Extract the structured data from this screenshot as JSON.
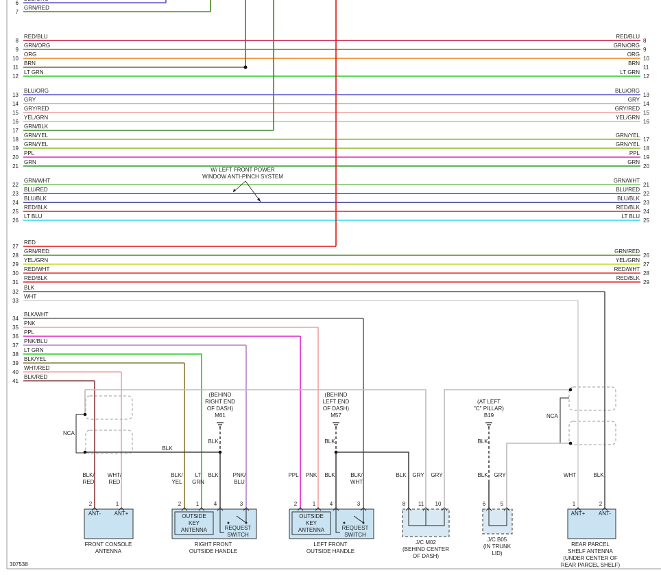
{
  "drawing_number": "307538",
  "left_wires": [
    {
      "num": "6",
      "label": "BLU/ORG",
      "color": "#5a4fd0"
    },
    {
      "num": "7",
      "label": "GRN/RED",
      "color": "#4a8a1a"
    },
    {
      "num": "8",
      "label": "RED/BLU",
      "color": "#c8143c"
    },
    {
      "num": "9",
      "label": "GRN/ORG",
      "color": "#6f7a10"
    },
    {
      "num": "10",
      "label": "ORG",
      "color": "#ee7a10"
    },
    {
      "num": "11",
      "label": "BRN",
      "color": "#8a5a2a"
    },
    {
      "num": "12",
      "label": "LT GRN",
      "color": "#22cc22"
    },
    {
      "num": "13",
      "label": "BLU/ORG",
      "color": "#5a4fd0"
    },
    {
      "num": "14",
      "label": "GRY",
      "color": "#b0b0b0"
    },
    {
      "num": "15",
      "label": "GRY/RED",
      "color": "#f0a0a0"
    },
    {
      "num": "16",
      "label": "YEL/GRN",
      "color": "#c8d820"
    },
    {
      "num": "17",
      "label": "GRN/BLK",
      "color": "#3a8a2a"
    },
    {
      "num": "18",
      "label": "GRN/YEL",
      "color": "#8ab820"
    },
    {
      "num": "19",
      "label": "GRN/YEL",
      "color": "#8ab820"
    },
    {
      "num": "20",
      "label": "PPL",
      "color": "#e020c8"
    },
    {
      "num": "21",
      "label": "GRN",
      "color": "#2a9a2a"
    },
    {
      "num": "22",
      "label": "GRN/WHT",
      "color": "#7ac060"
    },
    {
      "num": "23",
      "label": "BLU/RED",
      "color": "#4040d0"
    },
    {
      "num": "24",
      "label": "BLU/BLK",
      "color": "#303090"
    },
    {
      "num": "25",
      "label": "RED/BLK",
      "color": "#e02020"
    },
    {
      "num": "26",
      "label": "LT BLU",
      "color": "#30d8e8"
    },
    {
      "num": "27",
      "label": "RED",
      "color": "#e81414"
    },
    {
      "num": "28",
      "label": "GRN/RED",
      "color": "#4a8a1a"
    },
    {
      "num": "29",
      "label": "YEL/GRN",
      "color": "#c8d820"
    },
    {
      "num": "30",
      "label": "RED/WHT",
      "color": "#e02828"
    },
    {
      "num": "31",
      "label": "RED/BLK",
      "color": "#e02020"
    },
    {
      "num": "32",
      "label": "BLK",
      "color": "#555555"
    },
    {
      "num": "33",
      "label": "WHT",
      "color": "#d0d0d0"
    },
    {
      "num": "34",
      "label": "BLK/WHT",
      "color": "#666666"
    },
    {
      "num": "35",
      "label": "PNK",
      "color": "#f0a0a0"
    },
    {
      "num": "36",
      "label": "PPL",
      "color": "#e020c8"
    },
    {
      "num": "37",
      "label": "PNK/BLU",
      "color": "#b080d0"
    },
    {
      "num": "38",
      "label": "LT GRN",
      "color": "#22cc22"
    },
    {
      "num": "39",
      "label": "BLK/YEL",
      "color": "#8a7a30"
    },
    {
      "num": "40",
      "label": "WHT/RED",
      "color": "#f0a0a0"
    },
    {
      "num": "41",
      "label": "BLK/RED",
      "color": "#8a3a3a"
    }
  ],
  "right_wires": [
    {
      "num": "8",
      "label": "RED/BLU"
    },
    {
      "num": "9",
      "label": "GRN/ORG"
    },
    {
      "num": "10",
      "label": "ORG"
    },
    {
      "num": "11",
      "label": "BRN"
    },
    {
      "num": "12",
      "label": "LT GRN"
    },
    {
      "num": "13",
      "label": "BLU/ORG"
    },
    {
      "num": "14",
      "label": "GRY"
    },
    {
      "num": "15",
      "label": "GRY/RED"
    },
    {
      "num": "16",
      "label": "YEL/GRN"
    },
    {
      "num": "17",
      "label": "GRN/YEL"
    },
    {
      "num": "18",
      "label": "GRN/YEL"
    },
    {
      "num": "19",
      "label": "PPL"
    },
    {
      "num": "20",
      "label": "GRN"
    },
    {
      "num": "21",
      "label": "GRN/WHT"
    },
    {
      "num": "22",
      "label": "BLU/RED"
    },
    {
      "num": "23",
      "label": "BLU/BLK"
    },
    {
      "num": "24",
      "label": "RED/BLK"
    },
    {
      "num": "25",
      "label": "LT BLU"
    },
    {
      "num": "26",
      "label": "GRN/RED"
    },
    {
      "num": "27",
      "label": "YEL/GRN"
    },
    {
      "num": "28",
      "label": "RED/WHT"
    },
    {
      "num": "29",
      "label": "RED/BLK"
    }
  ],
  "annotations": {
    "anti_pinch": [
      "W/ LEFT FRONT POWER",
      "WINDOW ANTI-PINCH SYSTEM"
    ],
    "nca": "NCA",
    "blk": "BLK"
  },
  "grounds": {
    "m61": [
      "(BEHIND",
      "RIGHT END",
      "OF DASH)",
      "M61"
    ],
    "m57": [
      "(BEHIND",
      "LEFT END",
      "OF DASH)",
      "M57"
    ],
    "b19": [
      "(AT LEFT",
      "\"C\" PILLAR)",
      "B19"
    ]
  },
  "pin_labels": {
    "fc_2": [
      "BLK/",
      "RED"
    ],
    "fc_1": [
      "WHT/",
      "RED"
    ],
    "rf_2": [
      "BLK/",
      "YEL"
    ],
    "rf_1": [
      "LT",
      "GRN"
    ],
    "rf_4": [
      "BLK"
    ],
    "rf_3": [
      "PNK/",
      "BLU"
    ],
    "lf_2": [
      "PPL"
    ],
    "lf_1": [
      "PNK"
    ],
    "lf_4": [
      "BLK"
    ],
    "lf_3": [
      "BLK/",
      "WHT"
    ],
    "m02_8": [
      "BLK"
    ],
    "m02_11": [
      "GRY"
    ],
    "m02_10": [
      "GRY"
    ],
    "b05_6": [
      "BLK"
    ],
    "b05_5": [
      "GRY"
    ],
    "rp_1": [
      "WHT"
    ],
    "rp_2": [
      "BLK"
    ]
  },
  "components": {
    "front_console": {
      "pins": [
        "ANT-",
        "ANT+"
      ],
      "pin_nums": [
        "2",
        "1"
      ],
      "caption": [
        "FRONT CONSOLE",
        "ANTENNA"
      ]
    },
    "right_front": {
      "pin_nums": [
        "2",
        "1",
        "4",
        "3"
      ],
      "inner": [
        "OUTSIDE",
        "KEY",
        "ANTENNA"
      ],
      "switch": [
        "REQUEST",
        "SWITCH"
      ],
      "caption": [
        "RIGHT FRONT",
        "OUTSIDE HANDLE"
      ]
    },
    "left_front": {
      "pin_nums": [
        "2",
        "1",
        "4",
        "3"
      ],
      "inner": [
        "OUTSIDE",
        "KEY",
        "ANTENNA"
      ],
      "switch": [
        "REQUEST",
        "SWITCH"
      ],
      "caption": [
        "LEFT FRONT",
        "OUTSIDE HANDLE"
      ]
    },
    "jc_m02": {
      "pin_nums": [
        "8",
        "11",
        "10"
      ],
      "caption": [
        "J/C M02",
        "(BEHIND CENTER",
        "OF DASH)"
      ]
    },
    "jc_b05": {
      "pin_nums": [
        "6",
        "5"
      ],
      "caption": [
        "J/C B05",
        "(IN TRUNK",
        "LID)"
      ]
    },
    "rear_parcel": {
      "pins": [
        "ANT+",
        "ANT-"
      ],
      "pin_nums": [
        "1",
        "2"
      ],
      "caption": [
        "REAR PARCEL",
        "SHELF ANTENNA",
        "(UNDER CENTER OF",
        "REAR PARCEL SHELF)"
      ]
    }
  }
}
